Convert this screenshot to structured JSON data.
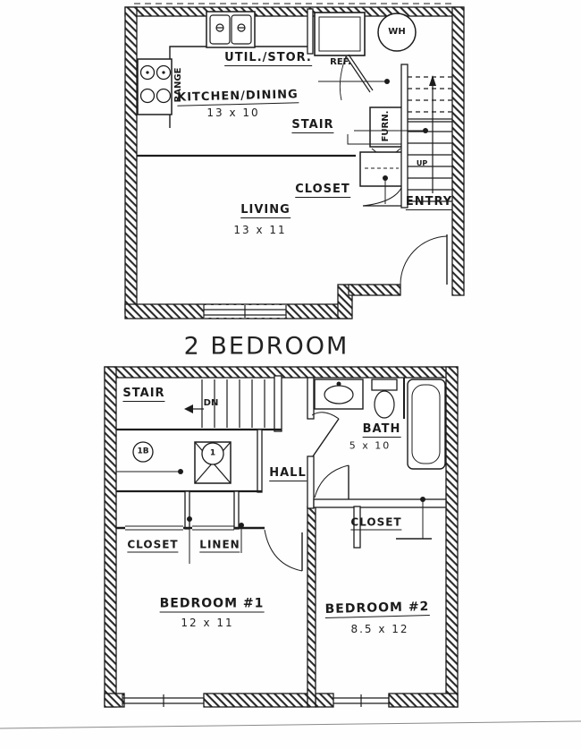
{
  "page": {
    "paper_color": "#fefefe",
    "ink_color": "#1c1c1c"
  },
  "title": "2 BEDROOM",
  "floor1": {
    "rooms": {
      "util": {
        "label": "UTIL./STOR."
      },
      "kitchen": {
        "label": "KITCHEN/DINING",
        "dims": "13 x 10"
      },
      "stair": {
        "label": "STAIR"
      },
      "closet": {
        "label": "CLOSET"
      },
      "living": {
        "label": "LIVING",
        "dims": "13 x 11"
      },
      "entry": {
        "label": "ENTRY"
      }
    },
    "fixtures": {
      "range": "RANGE",
      "refrigerator": "REF.",
      "water_heater": "WH",
      "furnace": "FURN.",
      "stair_direction": "UP"
    }
  },
  "floor2": {
    "rooms": {
      "stair": {
        "label": "STAIR"
      },
      "bath": {
        "label": "BATH",
        "dims": "5 x 10"
      },
      "hall": {
        "label": "HALL"
      },
      "closet_bath": {
        "label": "CLOSET"
      },
      "closet_bed1": {
        "label": "CLOSET"
      },
      "linen": {
        "label": "LINEN"
      },
      "bedroom1": {
        "label": "BEDROOM #1",
        "dims": "12 x 11"
      },
      "bedroom2": {
        "label": "BEDROOM #2",
        "dims": "8.5 x 12"
      }
    },
    "fixtures": {
      "stair_direction": "DN",
      "bubble_left": "1B",
      "bubble_center": "1"
    }
  }
}
